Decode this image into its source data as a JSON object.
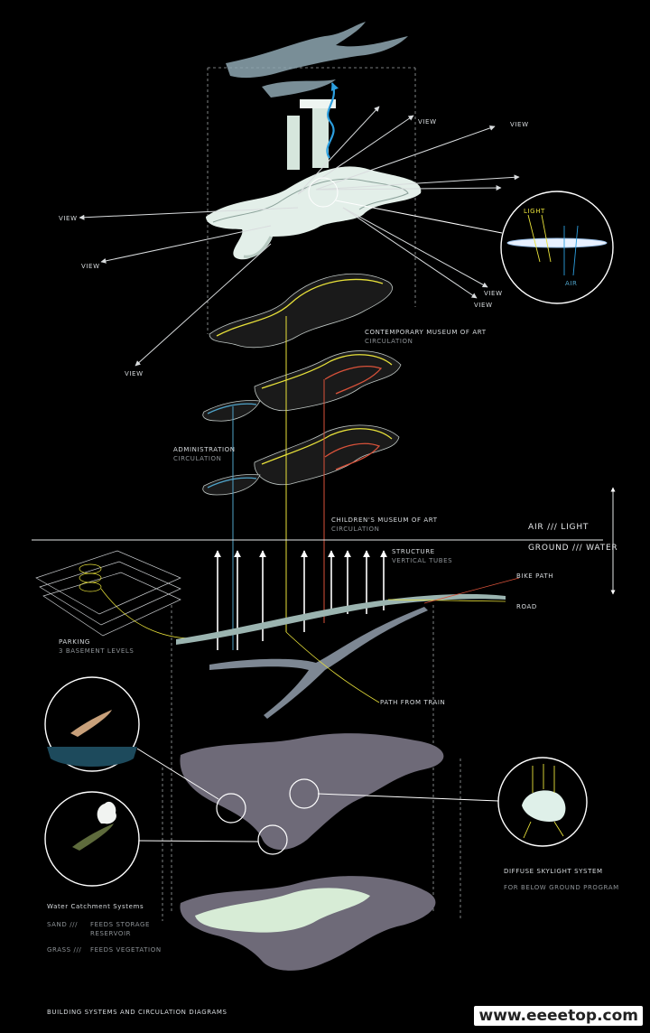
{
  "labels": {
    "view_1": "VIEW",
    "view_2": "VIEW",
    "view_3": "VIEW",
    "view_4": "VIEW",
    "view_5": "VIEW",
    "view_6": "VIEW",
    "view_7": "VIEW",
    "light": "LIGHT",
    "air": "AIR",
    "contemporary_title": "CONTEMPORARY MUSEUM OF ART",
    "contemporary_sub": "CIRCULATION",
    "administration_title": "ADMINISTRATION",
    "administration_sub": "CIRCULATION",
    "childrens_title": "CHILDREN'S MUSEUM OF ART",
    "childrens_sub": "CIRCULATION",
    "air_light": "AIR /// LIGHT",
    "ground_water": "GROUND /// WATER",
    "structure_title": "STRUCTURE",
    "structure_sub": "VERTICAL TUBES",
    "bike_path": "BIKE PATH",
    "road": "ROAD",
    "parking_title": "PARKING",
    "parking_sub": "3 BASEMENT LEVELS",
    "path_from_train": "PATH FROM TRAIN",
    "skylight_title": "DIFFUSE SKYLIGHT SYSTEM",
    "skylight_sub": "FOR BELOW GROUND PROGRAM",
    "water_title": "Water Catchment Systems",
    "sand": "SAND ///",
    "sand_desc_1": "FEEDS STORAGE",
    "sand_desc_2": "RESERVOIR",
    "grass": "GRASS ///",
    "grass_desc": "FEEDS VEGETATION",
    "caption": "BUILDING SYSTEMS AND CIRCULATION DIAGRAMS",
    "watermark": "www.eeeetop.com"
  },
  "colors": {
    "background": "#000000",
    "roof": "#dfeee8",
    "contemporary_circulation": "#e9e23a",
    "childrens_circulation": "#d9523a",
    "administration_circulation": "#4fa3c9",
    "air_blue": "#2c9fe0",
    "ground_plate": "#6e6a78",
    "dashed_frame": "#9ea3a6"
  }
}
